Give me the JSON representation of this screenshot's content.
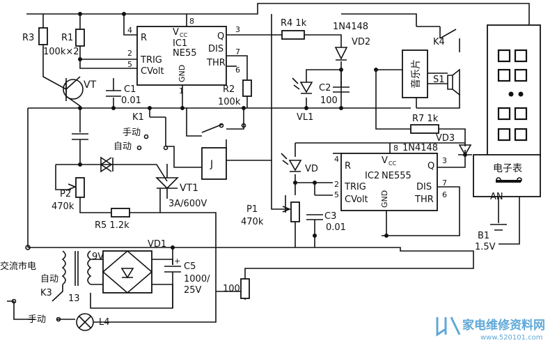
{
  "ic1": {
    "name": "IC1",
    "type": "NE55",
    "vcc": "V",
    "vcc_sub": "CC",
    "gnd": "GND",
    "pins": {
      "p1": "1",
      "p2": "2",
      "p3": "3",
      "p4": "4",
      "p5": "5",
      "p6": "6",
      "p7": "7",
      "p8": "8"
    },
    "labels": {
      "r": "R",
      "trig": "TRIG",
      "cvolt": "CVolt",
      "q": "Q",
      "dis": "DIS",
      "thr": "THR"
    }
  },
  "ic2": {
    "name": "IC2",
    "type": "NE555",
    "vcc": "V",
    "vcc_sub": "CC",
    "gnd": "GND",
    "pins": {
      "p2": "2",
      "p3": "3",
      "p4": "4",
      "p5": "5",
      "p6": "6",
      "p7": "7",
      "p8": "8"
    },
    "labels": {
      "r": "R",
      "trig": "TRIG",
      "cvolt": "CVolt",
      "q": "Q",
      "dis": "DIS",
      "thr": "THR"
    }
  },
  "components": {
    "r3": "R3",
    "r1": "R1",
    "r1_val": "100k×2",
    "vt": "VT",
    "c1": "C1",
    "c1_val": "0.01",
    "r4": "R4 1k",
    "d_1n4148_top": "1N4148",
    "vd2": "VD2",
    "k4": "K4",
    "music": "音乐片",
    "s1": "S1",
    "r2": "R2",
    "r2_val": "100k",
    "vl1": "VL1",
    "c2": "C2",
    "c2_val": "100",
    "r7": "R7 1k",
    "k1": "K1",
    "manual": "手动",
    "auto": "自动",
    "relay": "J",
    "vd": "VD",
    "d_1n4148_mid": "1N4148",
    "vd3": "VD3",
    "p2": "P2",
    "p2_val": "470k",
    "vt1": "VT1",
    "vt1_val": "3A/600V",
    "r5": "R5 1.2k",
    "p1": "P1",
    "p1_val": "470k",
    "c3": "C3",
    "c3_val": "0.01",
    "clock": "电子表",
    "an": "AN",
    "b1": "B1",
    "b1_val": "1.5V",
    "ac": "交流市电",
    "v9": "9V",
    "vd1": "VD1",
    "c5": "C5",
    "c5_val1": "1000/",
    "c5_val2": "25V",
    "c5_plus": "+",
    "auto2": "自动",
    "k3": "K3",
    "k3_num": "13",
    "manual2": "手动",
    "l4": "L4",
    "r100": "100"
  },
  "watermark": {
    "text": "家电维修资料网",
    "url": "www.520101.com"
  }
}
